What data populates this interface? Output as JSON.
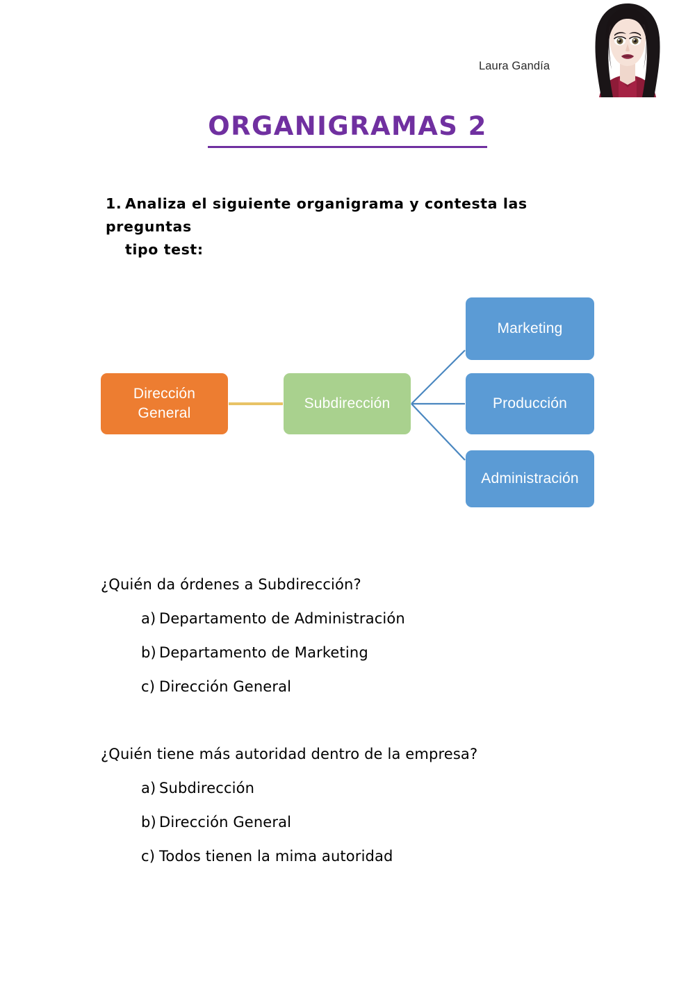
{
  "header": {
    "author_name": "Laura Gandía",
    "avatar_alt": "avatar-illustration-woman-dark-hair"
  },
  "title": {
    "text": "ORGANIGRAMAS 2",
    "color": "#7030A0"
  },
  "instruction": {
    "number": "1.",
    "line1": "Analiza el siguiente organigrama y contesta las preguntas",
    "line2": "tipo test:"
  },
  "orgchart": {
    "type": "diagram",
    "layout": "horizontal-tree",
    "nodes": [
      {
        "id": "direccion-general",
        "label": "Dirección General",
        "label_line1": "Dirección",
        "label_line2": "General",
        "color": "#ED7D31",
        "level": 1
      },
      {
        "id": "subdireccion",
        "label": "Subdirección",
        "color": "#A9D18E",
        "level": 2
      },
      {
        "id": "marketing",
        "label": "Marketing",
        "color": "#5B9BD5",
        "level": 3
      },
      {
        "id": "produccion",
        "label": "Producción",
        "color": "#5B9BD5",
        "level": 3
      },
      {
        "id": "administracion",
        "label": "Administración",
        "color": "#5B9BD5",
        "level": 3
      }
    ],
    "edges": [
      {
        "from": "direccion-general",
        "to": "subdireccion",
        "color": "#E8C366"
      },
      {
        "from": "subdireccion",
        "to": "marketing",
        "color": "#4A87C0"
      },
      {
        "from": "subdireccion",
        "to": "produccion",
        "color": "#4A87C0"
      },
      {
        "from": "subdireccion",
        "to": "administracion",
        "color": "#4A87C0"
      }
    ]
  },
  "questions": [
    {
      "id": "q1",
      "text": "¿Quién da órdenes a Subdirección?",
      "options": [
        {
          "label": "a)",
          "text": "Departamento de Administración"
        },
        {
          "label": "b)",
          "text": "Departamento de Marketing"
        },
        {
          "label": "c)",
          "text": "Dirección General"
        }
      ]
    },
    {
      "id": "q2",
      "text": "¿Quién tiene más autoridad dentro de la empresa?",
      "options": [
        {
          "label": "a)",
          "text": "Subdirección"
        },
        {
          "label": "b)",
          "text": "Dirección General"
        },
        {
          "label": "c)",
          "text": "Todos tienen la mima autoridad"
        }
      ]
    }
  ]
}
